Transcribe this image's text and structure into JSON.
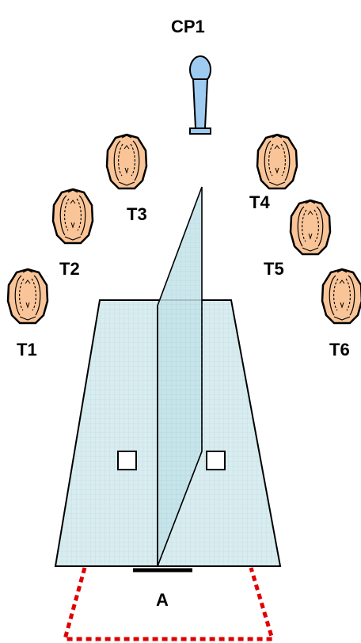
{
  "labels": {
    "cp1": "CP1",
    "t1": "T1",
    "t2": "T2",
    "t3": "T3",
    "t4": "T4",
    "t5": "T5",
    "t6": "T6",
    "a": "A"
  },
  "colors": {
    "head_fill": "#f9c598",
    "head_stroke": "#000000",
    "mic_fill": "#9fcbf0",
    "surface_fill": "#d9ecef",
    "partition_fill": "#c3e3e8",
    "grid_line": "#bfe0e6",
    "dotted_outline": "#e00000"
  },
  "icons": {
    "microphone": "microphone-icon",
    "head": "head-top-view-icon"
  }
}
